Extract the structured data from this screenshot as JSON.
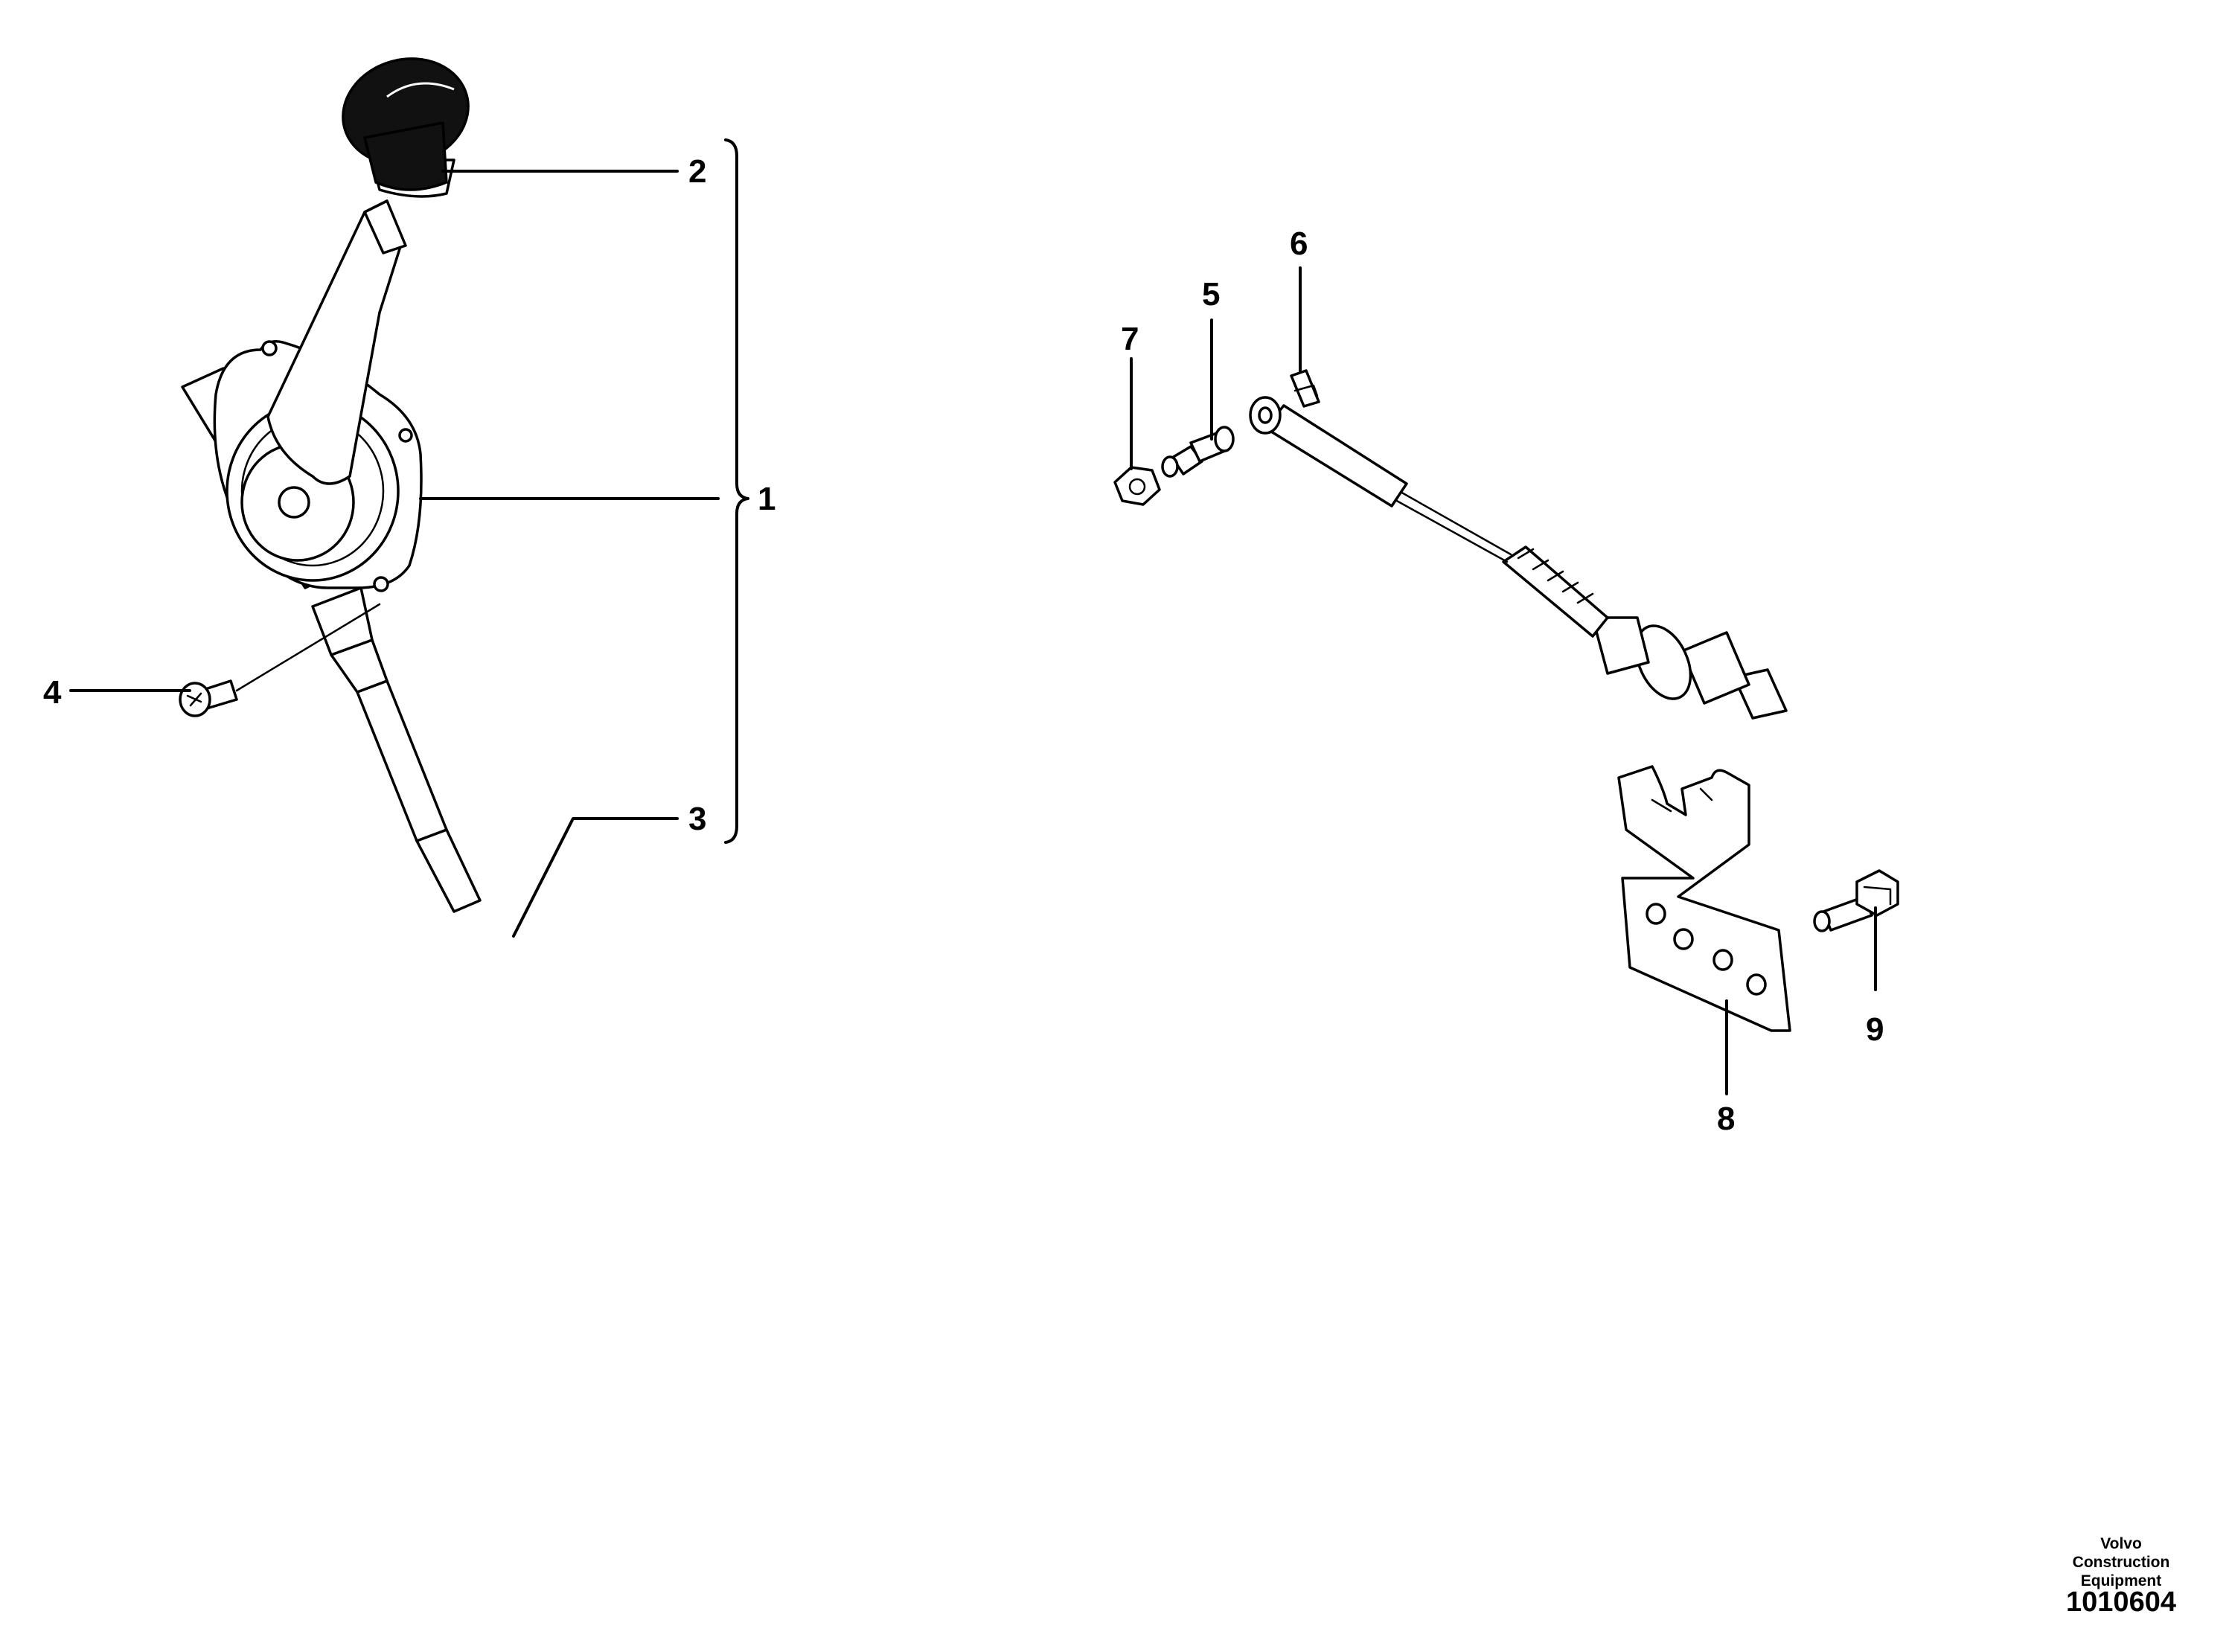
{
  "callouts": {
    "c1": "1",
    "c2": "2",
    "c3": "3",
    "c4": "4",
    "c5": "5",
    "c6": "6",
    "c7": "7",
    "c8": "8",
    "c9": "9"
  },
  "credit": {
    "line1": "Volvo Construction",
    "line2": "Equipment"
  },
  "drawing_number": "1010604"
}
